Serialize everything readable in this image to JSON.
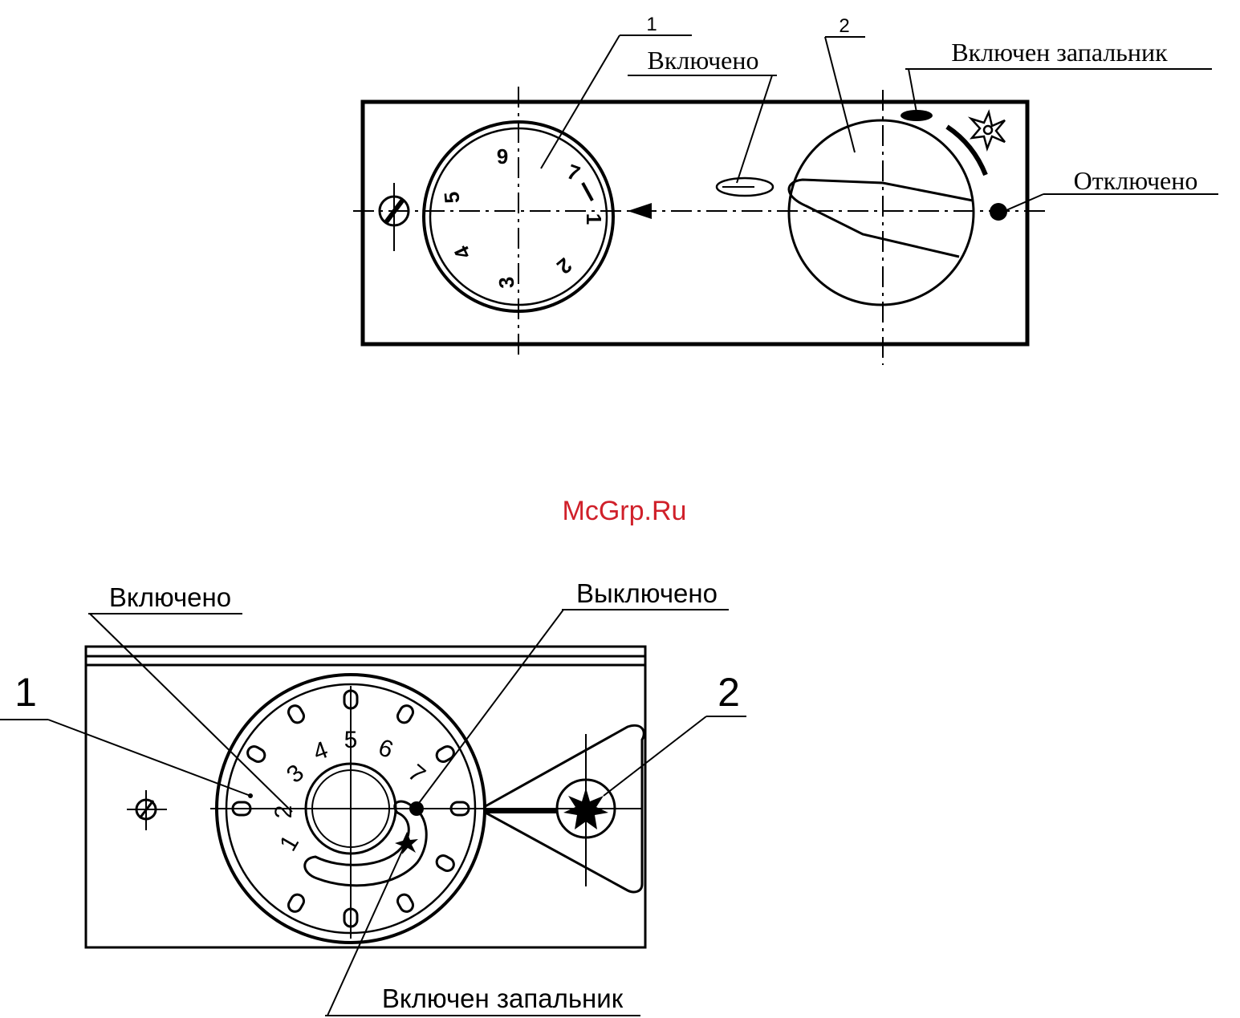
{
  "top_panel": {
    "callout_1": "1",
    "callout_2": "2",
    "label_on": "Включено",
    "label_pilot_on": "Включен запальник",
    "label_off": "Отключено",
    "dial_numbers": [
      "1",
      "2",
      "3",
      "4",
      "5",
      "6",
      "7"
    ]
  },
  "watermark": {
    "text": "McGrp.Ru",
    "color": "#d0202a"
  },
  "bottom_panel": {
    "callout_1": "1",
    "callout_2": "2",
    "label_on": "Включено",
    "label_off": "Выключено",
    "label_pilot_on": "Включен запальник",
    "dial_numbers": [
      "1",
      "2",
      "3",
      "4",
      "5",
      "6",
      "7"
    ]
  }
}
